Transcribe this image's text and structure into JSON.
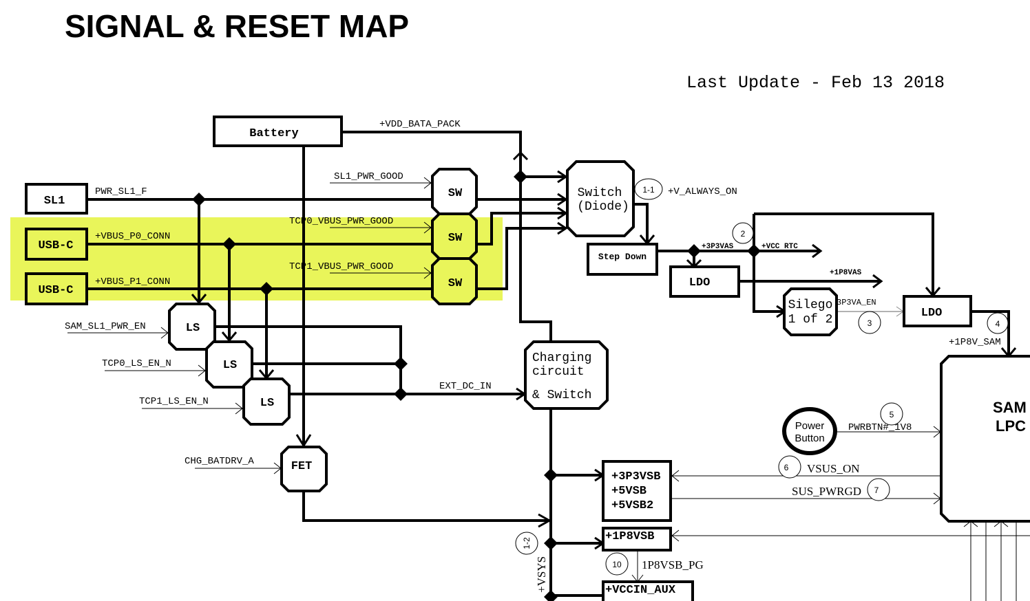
{
  "title": "SIGNAL & RESET MAP",
  "last_update": "Last Update - Feb 13 2018",
  "highlight_color": "#e9f55a",
  "blocks": {
    "battery": "Battery",
    "sl1": "SL1",
    "usbc0": "USB-C",
    "usbc1": "USB-C",
    "sw0": "SW",
    "sw1": "SW",
    "sw2": "SW",
    "switch_diode_l1": "Switch",
    "switch_diode_l2": "(Diode)",
    "step_down": "Step Down",
    "ldo1": "LDO",
    "ldo2": "LDO",
    "silego_l1": "Silego",
    "silego_l2": "1 of 2",
    "ls0": "LS",
    "ls1": "LS",
    "ls2": "LS",
    "fet": "FET",
    "charging_l1": "Charging",
    "charging_l2": "circuit",
    "charging_l3": "& Switch",
    "vsb_l1": "+3P3VSB",
    "vsb_l2": "+5VSB",
    "vsb_l3": "+5VSB2",
    "p1p8vsb": "+1P8VSB",
    "vccin_aux": "+VCCIN_AUX",
    "sam_l1": "SAM",
    "sam_l2": "LPC",
    "power_button_l1": "Power",
    "power_button_l2": "Button"
  },
  "signals": {
    "vdd_bata_pack": "+VDD_BATA_PACK",
    "pwr_sl1_f": "PWR_SL1_F",
    "sl1_pwr_good": "SL1_PWR_GOOD",
    "vbus_p0_conn": "+VBUS_P0_CONN",
    "tcp0_vbus_pwr_good": "TCP0_VBUS_PWR_GOOD",
    "vbus_p1_conn": "+VBUS_P1_CONN",
    "tcp1_vbus_pwr_good": "TCP1_VBUS_PWR_GOOD",
    "v_always_on": "+V_ALWAYS_ON",
    "p3p3vas": "+3P3VAS",
    "vcc_rtc": "+VCC RTC",
    "p1p8vas": "+1P8VAS",
    "p3p3va_en": "3P3VA_EN",
    "p1p8v_sam": "+1P8V_SAM",
    "sam_sl1_pwr_en": "SAM_SL1_PWR_EN",
    "tcp0_ls_en_n": "TCP0_LS_EN_N",
    "tcp1_ls_en_n": "TCP1_LS_EN_N",
    "ext_dc_in": "EXT_DC_IN",
    "chg_batdrv_a": "CHG_BATDRV_A",
    "pwrbtn_1v8": "PWRBTN#_1V8",
    "vsus_on": "VSUS_ON",
    "sus_pwrgd": "SUS_PWRGD",
    "p1p8vsb_pg": "1P8VSB_PG",
    "vsys": "+VSYS"
  },
  "step_markers": {
    "m1_1": "1-1",
    "m1_2": "1-2",
    "m2": "2",
    "m3": "3",
    "m4": "4",
    "m5": "5",
    "m6": "6",
    "m7": "7",
    "m10": "10"
  }
}
